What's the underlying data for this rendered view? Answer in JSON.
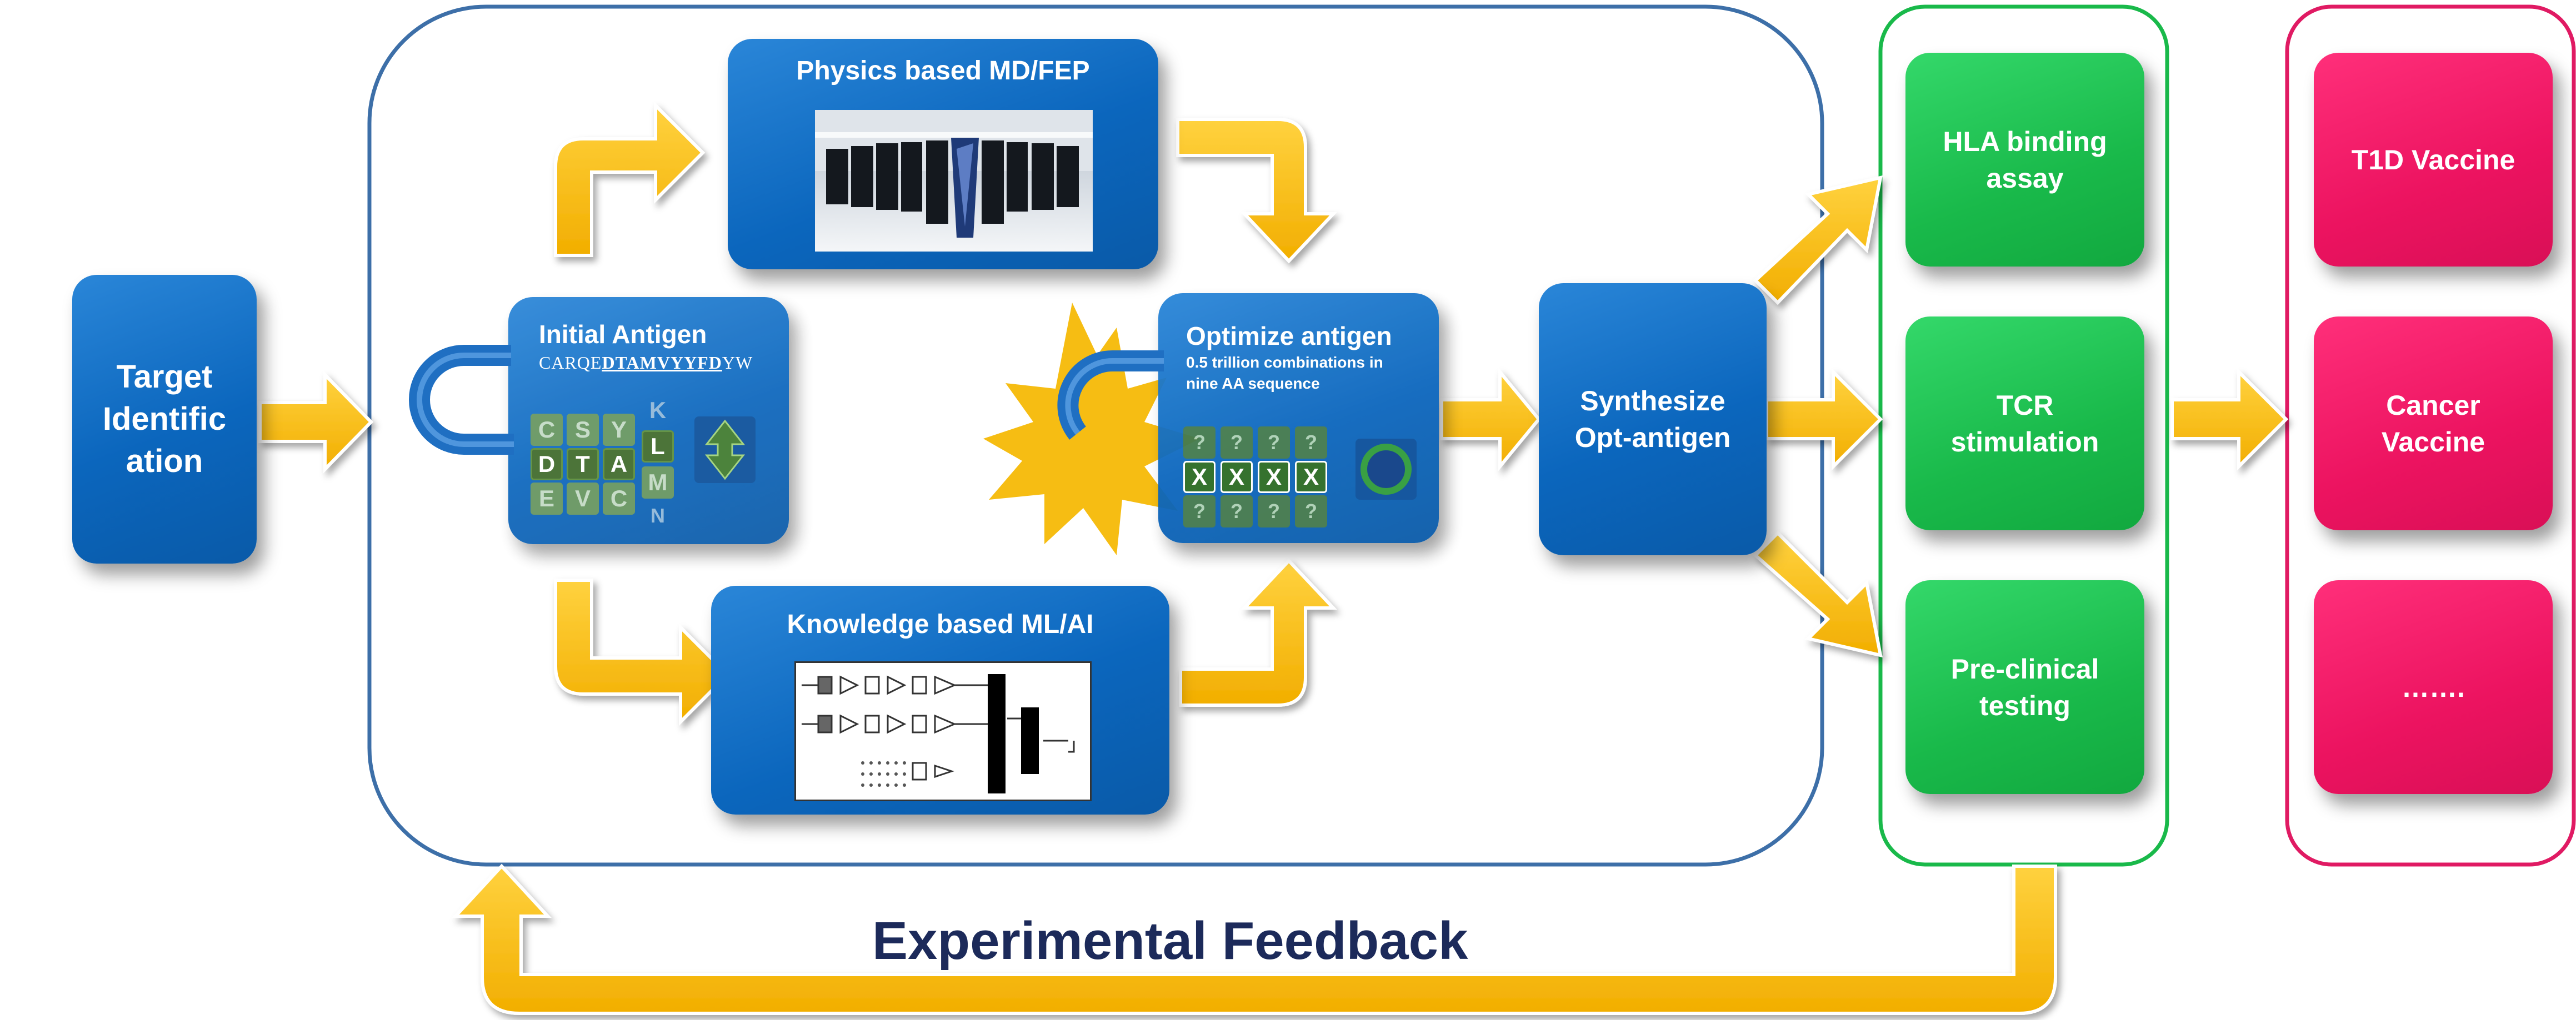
{
  "colors": {
    "blue": "#0b66bd",
    "green": "#19b94a",
    "pink": "#ec1360",
    "arrow": "#f6bd13",
    "frame_blue": "#3d6fa8",
    "frame_green": "#19b94a",
    "frame_pink": "#e01a63",
    "feedback_text": "#1c2a5a"
  },
  "boxes": {
    "target": "Target\nIdentific\nation",
    "physics": "Physics based MD/FEP",
    "knowledge": "Knowledge based ML/AI",
    "initial": {
      "title": "Initial Antigen",
      "seq_pre": "CARQE",
      "seq_mid": "DTAMVYYFD",
      "seq_post": "YW",
      "letters": [
        "C",
        "S",
        "Y",
        "K",
        "D",
        "T",
        "A",
        "L",
        "E",
        "V",
        "C",
        "M",
        "N"
      ]
    },
    "optimize": {
      "title": "Optimize antigen",
      "subtitle": "0.5 trillion combinations in\nnine AA sequence",
      "q_mark": "?",
      "x_mark": "X"
    },
    "synthesize": "Synthesize\nOpt-antigen",
    "assays": [
      "HLA binding\nassay",
      "TCR\nstimulation",
      "Pre-clinical\ntesting"
    ],
    "vaccines": [
      "T1D Vaccine",
      "Cancer\nVaccine",
      "……."
    ]
  },
  "feedback_label": "Experimental Feedback",
  "icons": {
    "padlock": "padlock-shackle-icon",
    "updown": "up-down-arrow-icon",
    "circle": "target-circle-icon",
    "burst": "starburst-icon",
    "server": "supercomputer-image",
    "network": "neural-network-image"
  }
}
